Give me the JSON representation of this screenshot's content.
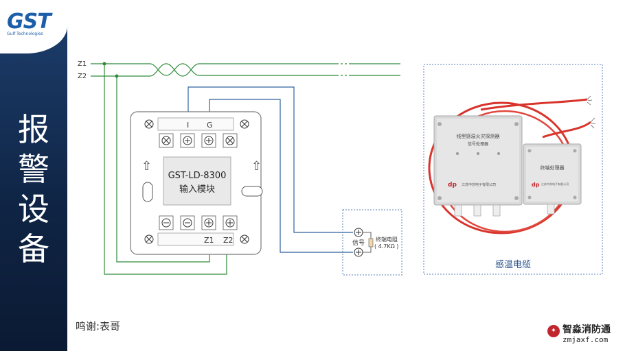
{
  "sidebar": {
    "logo_text": "GST",
    "logo_sub": "Gulf Technologies",
    "title": "报警设备"
  },
  "bus": {
    "z1_label": "Z1",
    "z2_label": "Z2"
  },
  "module": {
    "top_terminal_i": "I",
    "top_terminal_g": "G",
    "model": "GST-LD-8300",
    "name": "输入模块",
    "bottom_terminal_z1": "Z1",
    "bottom_terminal_z2": "Z2",
    "arrow_glyph": "⇧"
  },
  "resistor_box": {
    "signal_label": "信号",
    "resistor_label": "终端电阻",
    "resistor_value": "( 4.7KΩ )"
  },
  "product": {
    "caption": "感温电缆",
    "big_box_title": "线型感温火灾探测器",
    "big_box_subtitle": "信号处理器",
    "big_box_company": "江苏中苏电子有限公司",
    "small_box_title": "终端处理器",
    "small_box_company": "江苏中苏电子有限公司"
  },
  "credit": "鸣谢:表哥",
  "watermark": {
    "line1": "智淼消防",
    "line2": "zmjaxf.com",
    "line3": "通"
  },
  "colors": {
    "green_wire": "#2e8b3a",
    "blue_wire": "#2f5f9c",
    "dashed_box": "#5a7fb8",
    "cable_red": "#d8342c"
  }
}
